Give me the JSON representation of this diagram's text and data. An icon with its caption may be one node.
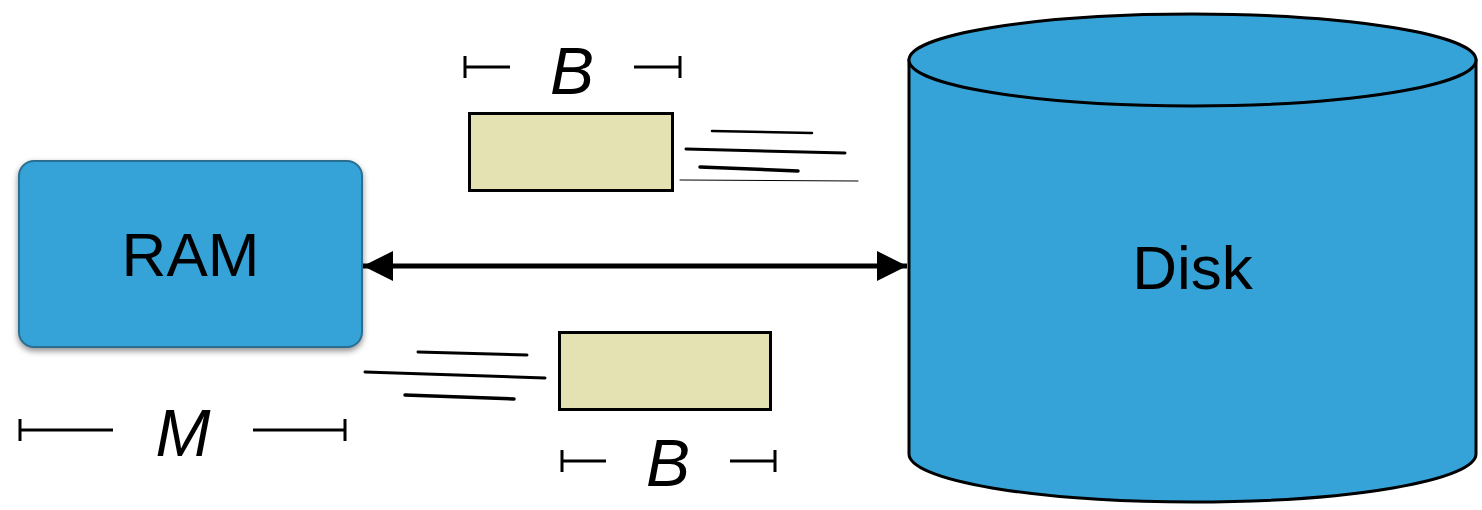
{
  "diagram": {
    "nodes": [
      {
        "text": [
          "RAM"
        ]
      },
      {
        "text": [],
        "shape": "box"
      },
      {
        "text": [],
        "shape": "box"
      },
      {
        "text": [
          "Disk"
        ]
      }
    ],
    "edges": [
      {
        "from": 0,
        "to": 3,
        "arrow": "both"
      }
    ],
    "labels": [
      "B",
      "M",
      "B"
    ]
  }
}
